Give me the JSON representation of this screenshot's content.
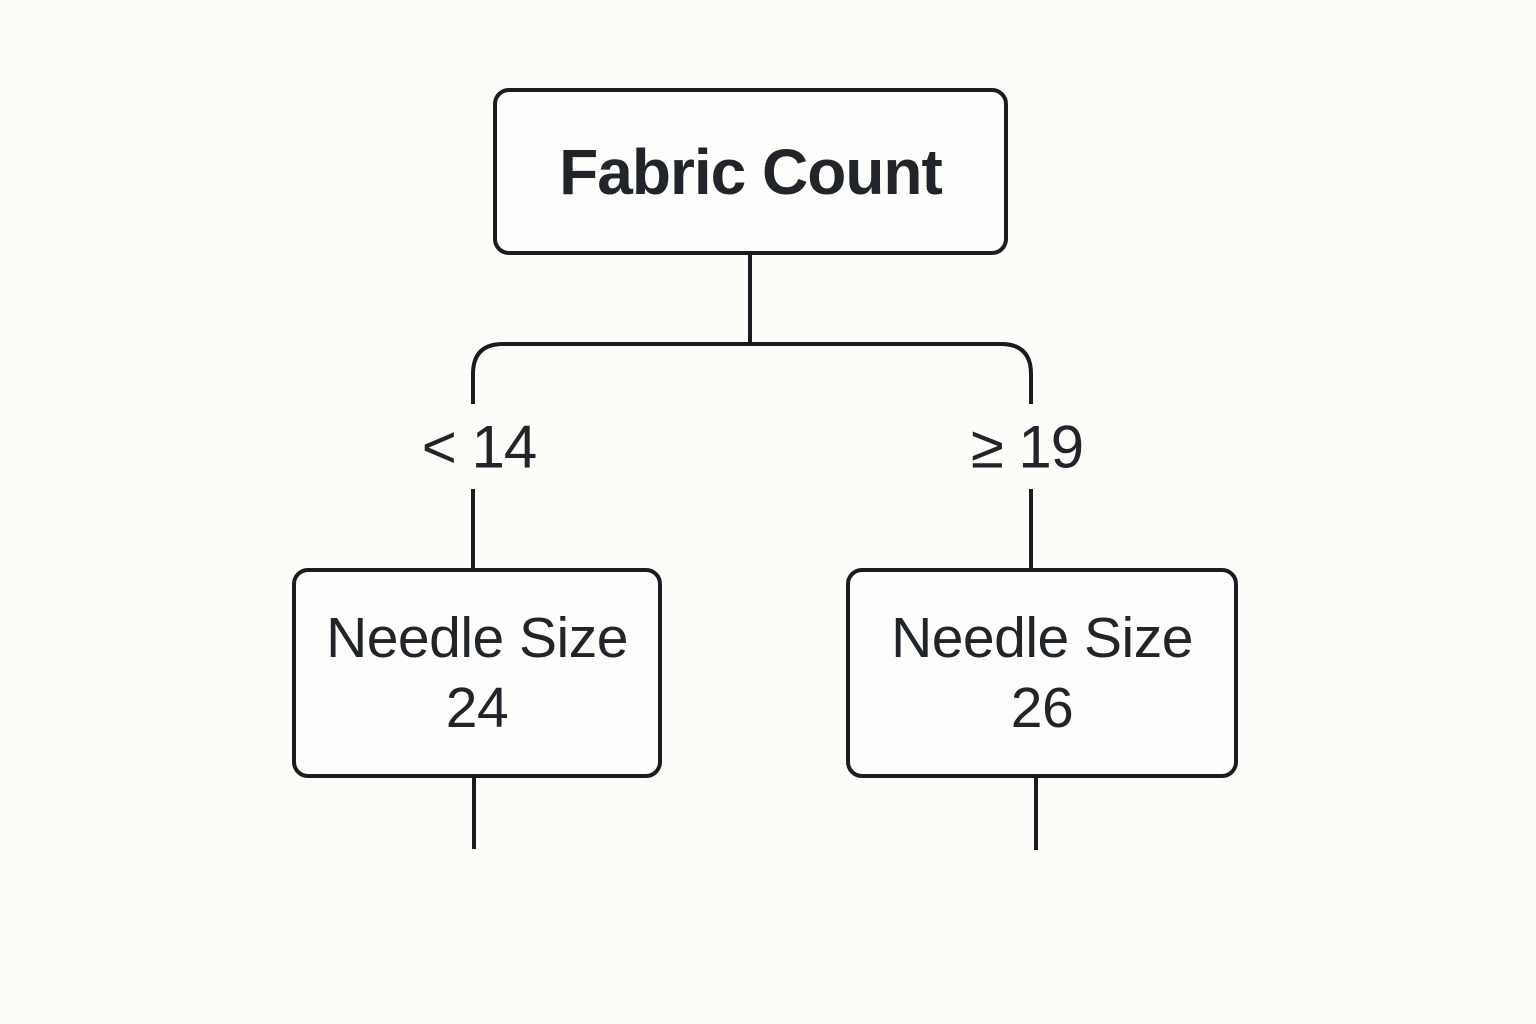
{
  "diagram": {
    "type": "decision-tree",
    "root": {
      "label": "Fabric Count"
    },
    "branches": [
      {
        "condition": "< 14",
        "node": {
          "line1": "Needle Size",
          "line2": "24"
        }
      },
      {
        "condition": "≥ 19",
        "node": {
          "line1": "Needle Size",
          "line2": "26"
        }
      }
    ],
    "colors": {
      "background": "#fcfcf9",
      "node_fill": "#fdfdfc",
      "line": "#1a1c20",
      "text": "#212529"
    }
  }
}
